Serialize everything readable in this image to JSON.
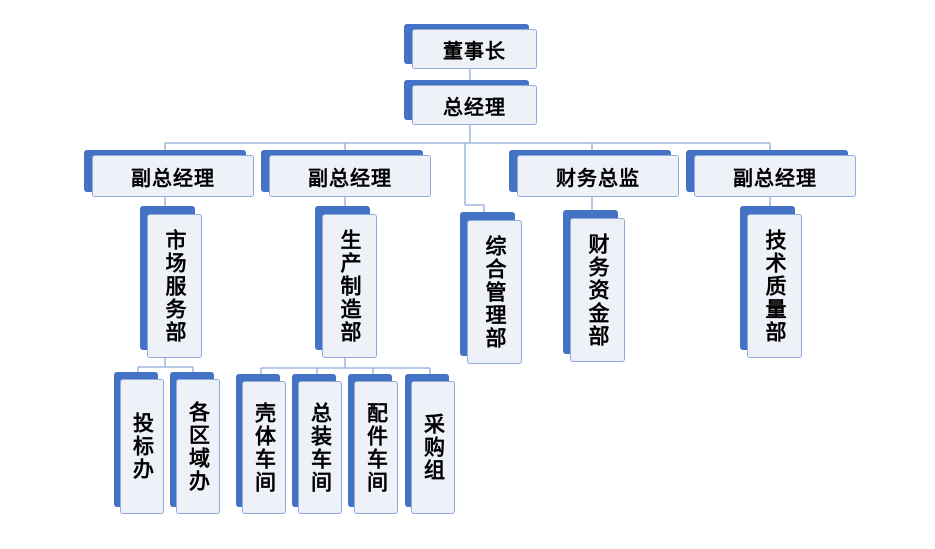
{
  "diagram": {
    "colors": {
      "accent": "#4472c4",
      "box_fill": "#eef1f8",
      "box_border": "#8faadc",
      "line": "#8faadc"
    },
    "chairman": "董事长",
    "general_manager": "总经理",
    "level2": {
      "vp_1": "副总经理",
      "vp_2": "副总经理",
      "cfo": "财务总监",
      "vp_3": "副总经理"
    },
    "departments": {
      "market_service": "市场服务部",
      "production": "生产制造部",
      "general_admin": "综合管理部",
      "finance_capital": "财务资金部",
      "tech_quality": "技术质量部"
    },
    "sub_units": {
      "bidding_office": "投标办",
      "regional_office": "各区域办",
      "shell_workshop": "壳体车间",
      "assembly_workshop": "总装车间",
      "parts_workshop": "配件车间",
      "purchasing_group": "采购组"
    }
  }
}
